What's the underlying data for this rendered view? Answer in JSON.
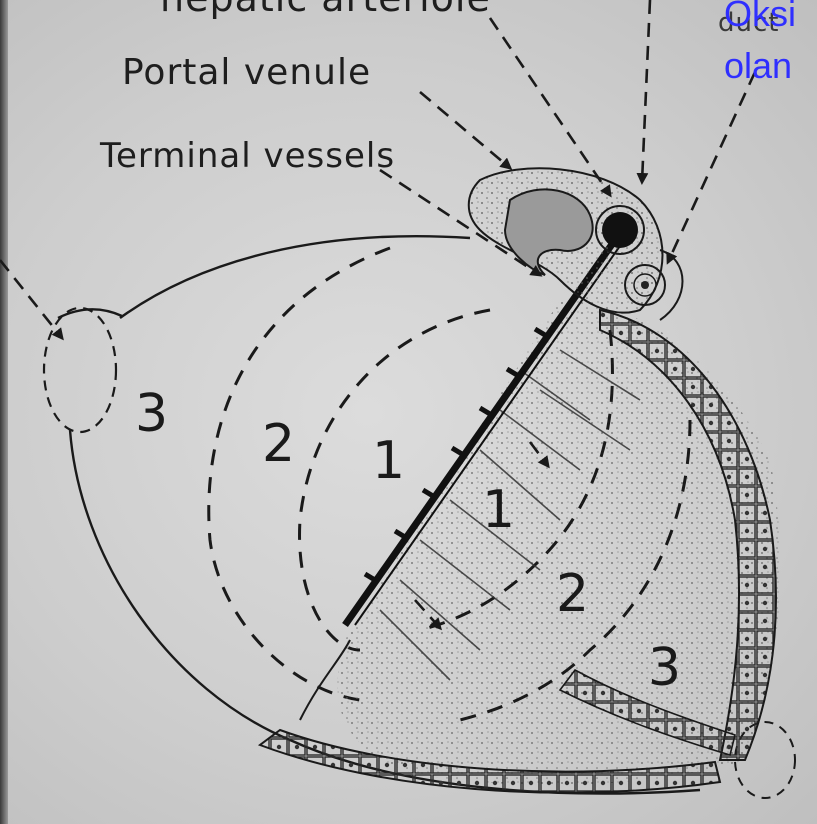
{
  "labels": {
    "hepatic_arteriole": "hepatic arteriole",
    "portal_venule": "Portal venule",
    "terminal_vessels": "Terminal vessels",
    "duct": "duct"
  },
  "zones": {
    "left_3": "3",
    "left_2": "2",
    "left_1": "1",
    "right_1": "1",
    "right_2": "2",
    "right_3": "3"
  },
  "overlay": {
    "line1": "Oksi",
    "line2": "olan"
  },
  "colors": {
    "background": "#cfcfcf",
    "ink": "#1a1a1a",
    "overlay_text": "#2f2fff"
  }
}
